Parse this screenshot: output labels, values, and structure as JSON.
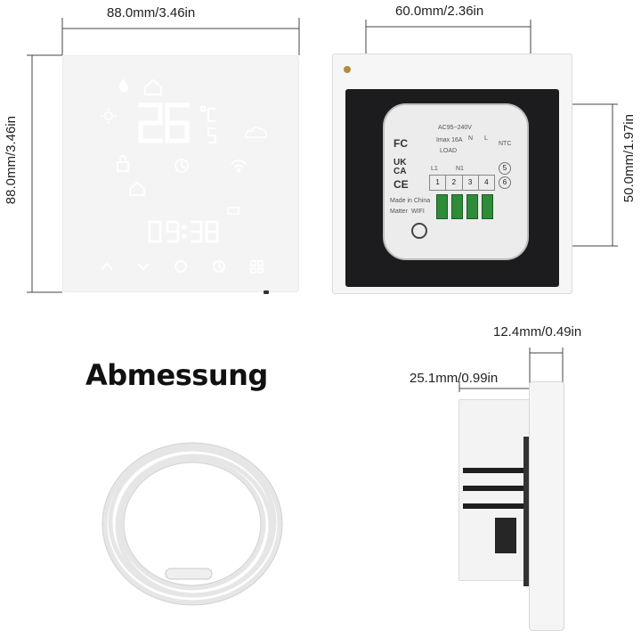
{
  "heading": "Abmessung",
  "dimensions": {
    "front_width": "88.0mm/3.46in",
    "front_height": "88.0mm/3.46in",
    "back_module_width": "60.0mm/2.36in",
    "back_module_height": "50.0mm/1.97in",
    "side_panel_depth": "12.4mm/0.49in",
    "side_body_depth": "25.1mm/0.99in"
  },
  "display": {
    "temperature": "26",
    "unit": "°C",
    "clock": "09:38",
    "icons": [
      "flame-icon",
      "home-icon",
      "sun-icon",
      "lock-icon",
      "clock-icon",
      "wifi-icon",
      "cloud-icon",
      "away-home-icon"
    ],
    "buttons": [
      "up-arrow-icon",
      "down-arrow-icon",
      "power-icon",
      "clock-icon",
      "menu-icon"
    ]
  },
  "module_labels": {
    "voltage": "AC95~240V",
    "imax": "Imax 16A",
    "load": "LOAD",
    "l1": "L1",
    "n1": "N1",
    "n": "N",
    "l": "L",
    "ntc": "NTC",
    "terminals": [
      "1",
      "2",
      "3",
      "4"
    ],
    "sensor_terminals": [
      "5",
      "6"
    ],
    "made_in": "Made in China",
    "matter": "Matter",
    "wifi": "WIFI",
    "fc": "FC",
    "ce": "CE",
    "ukca": "UK CA"
  },
  "colors": {
    "panel": "#f4f4f5",
    "back_frame": "#1c1c1e",
    "cable": "#f2f2f2"
  }
}
